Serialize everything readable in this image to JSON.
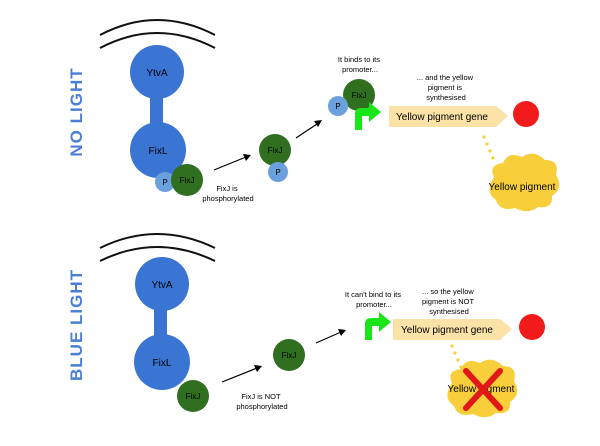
{
  "panels": {
    "no_light": {
      "side_label": "NO LIGHT",
      "ytva": "YtvA",
      "fixl": "FixL",
      "fixj_bound": "FixJ",
      "p_bound": "P",
      "fixj_free": "FixJ",
      "p_free": "P",
      "fixj_promoter": "FixJ",
      "p_promoter": "P",
      "caption_phos": [
        "FixJ is",
        "phosphorylated"
      ],
      "caption_binds": [
        "It binds to its",
        "promoter..."
      ],
      "caption_synth": [
        "... and the yellow",
        "pigment is",
        "synthesised"
      ],
      "gene": "Yellow pigment gene",
      "pigment": "Yellow pigment"
    },
    "blue_light": {
      "side_label": "BLUE LIGHT",
      "ytva": "YtvA",
      "fixl": "FixL",
      "fixj_bound": "FixJ",
      "fixj_free": "FixJ",
      "caption_phos": [
        "FixJ is NOT",
        "phosphorylated"
      ],
      "caption_binds": [
        "It can't bind to its",
        "promoter..."
      ],
      "caption_synth": [
        "... so the yellow",
        "pigment is NOT",
        "synthesised"
      ],
      "gene": "Yellow pigment gene",
      "pigment": "Yellow pigment"
    }
  },
  "colors": {
    "protein_blue": "#3a75d4",
    "side_label_blue": "#4a7fd6",
    "fixj_green": "#2f6f1f",
    "phosphate_blue": "#6aa1dc",
    "promoter_arrow_green": "#19e619",
    "gene_fill": "#fbe3a8",
    "pigment_cloud": "#f8cf3b",
    "product_red": "#f21b1b",
    "cross_red": "#e01818"
  }
}
